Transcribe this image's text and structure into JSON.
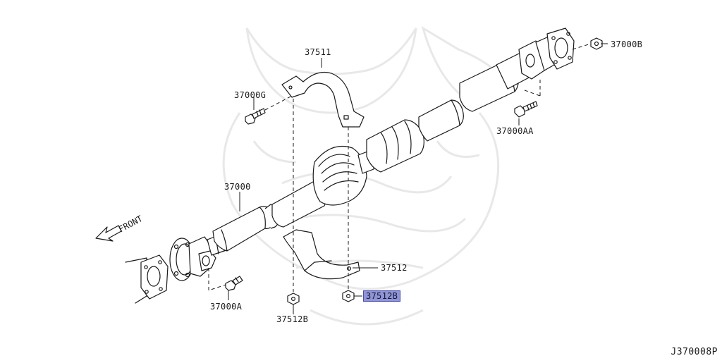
{
  "diagram": {
    "id": "J370008P",
    "direction_label": "FRONT",
    "highlight_color": "#8f93d8",
    "parts": [
      {
        "key": "p37511",
        "label": "37511"
      },
      {
        "key": "p37000G",
        "label": "37000G"
      },
      {
        "key": "p37000",
        "label": "37000"
      },
      {
        "key": "p37000B",
        "label": "37000B"
      },
      {
        "key": "p37000AA",
        "label": "37000AA"
      },
      {
        "key": "p37000A",
        "label": "37000A"
      },
      {
        "key": "p37512",
        "label": "37512"
      },
      {
        "key": "p37512B_right",
        "label": "37512B",
        "highlighted": true
      },
      {
        "key": "p37512B_left",
        "label": "37512B"
      }
    ]
  }
}
